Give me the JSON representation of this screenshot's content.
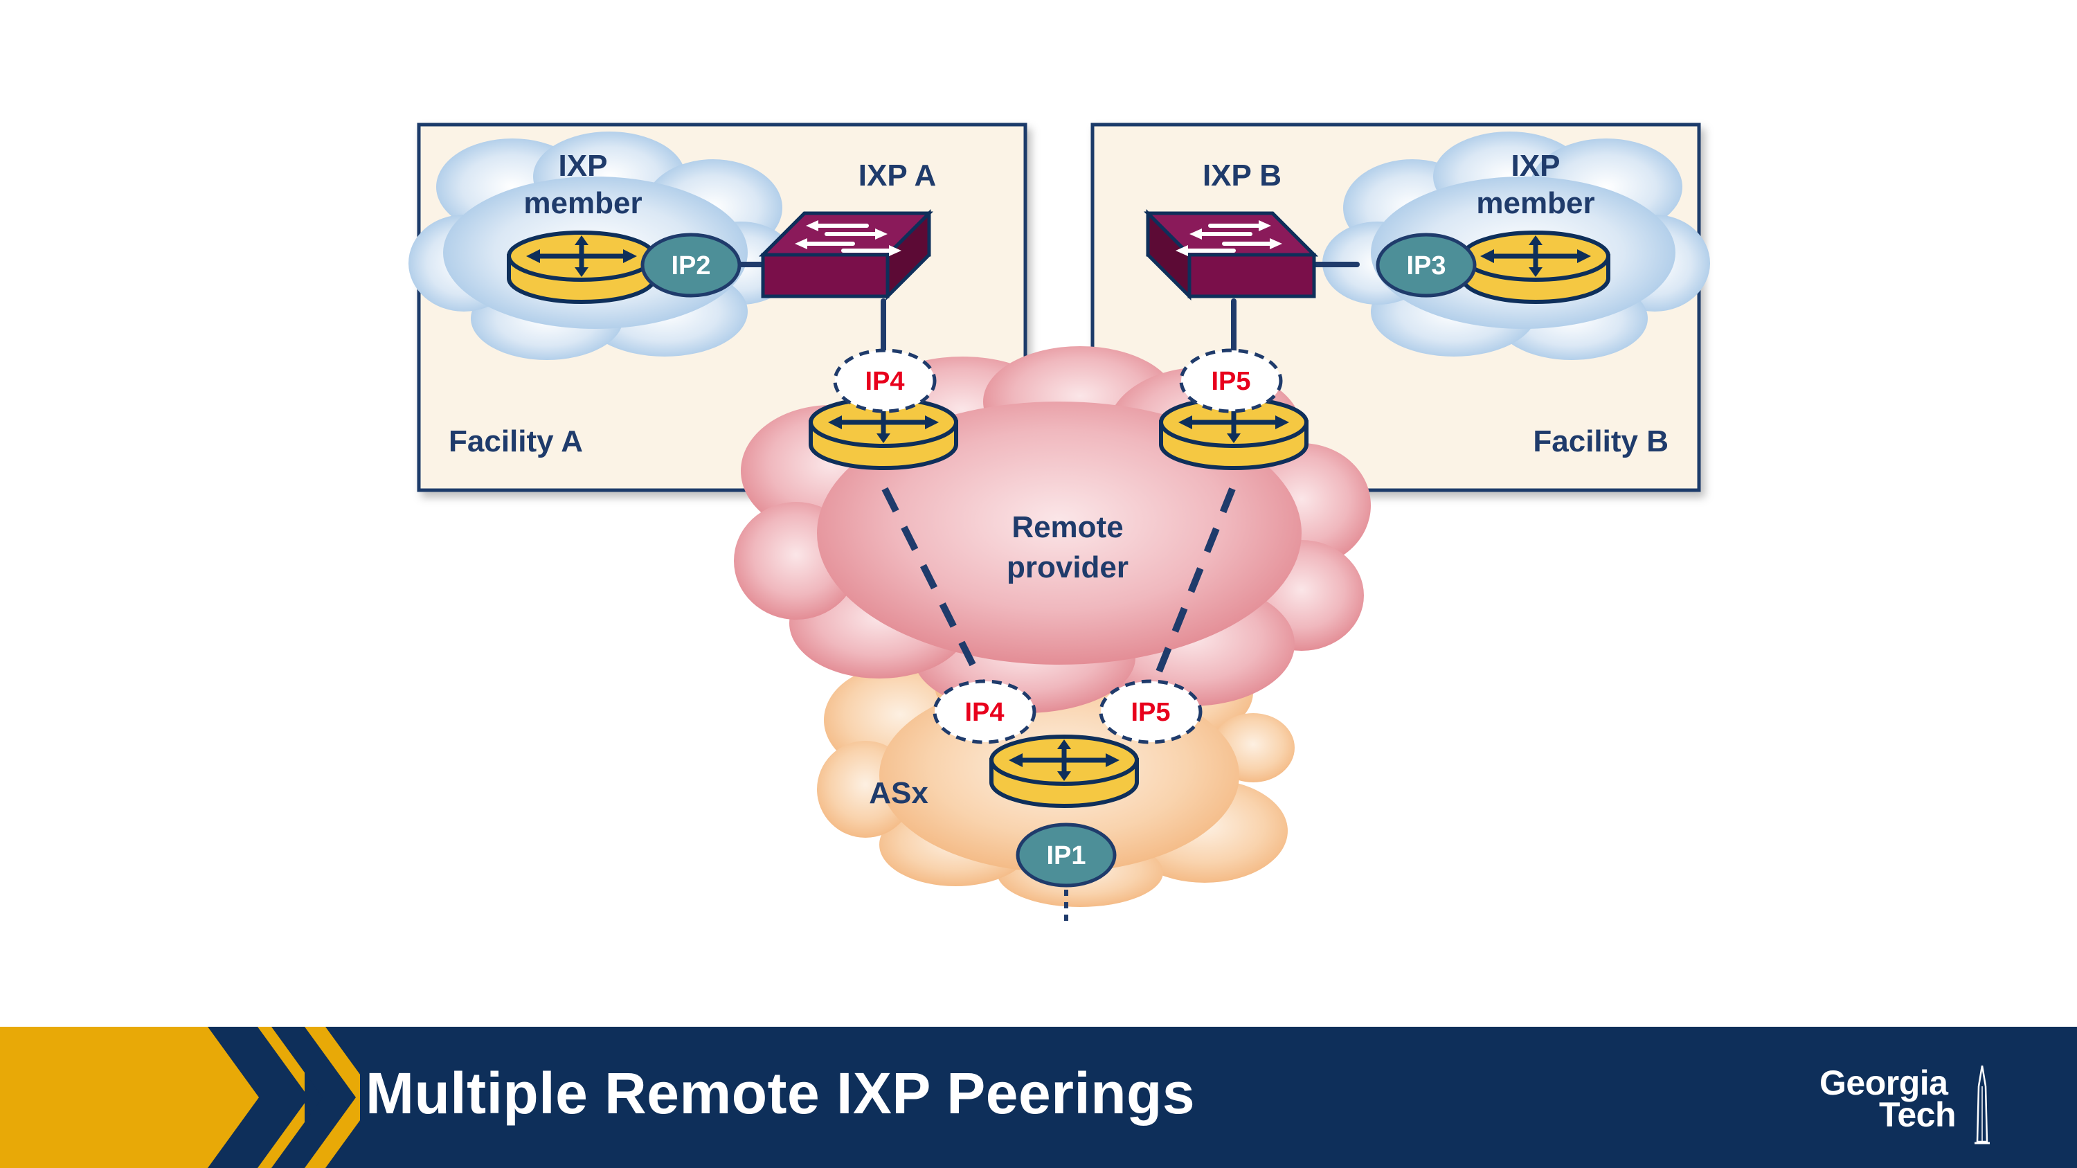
{
  "facility_a": {
    "label": "Facility A",
    "ixp": "IXP A",
    "member_line1": "IXP",
    "member_line2": "member",
    "member_ip": "IP2",
    "provider_ip": "IP4"
  },
  "facility_b": {
    "label": "Facility B",
    "ixp": "IXP B",
    "member_line1": "IXP",
    "member_line2": "member",
    "member_ip": "IP3",
    "provider_ip": "IP5"
  },
  "remote_provider": {
    "line1": "Remote",
    "line2": "provider"
  },
  "asx": {
    "label": "ASx",
    "ip_left": "IP4",
    "ip_right": "IP5",
    "ip_bottom": "IP1"
  },
  "footer": {
    "title": "Multiple Remote IXP Peerings",
    "logo_line1": "Georgia",
    "logo_line2": "Tech"
  },
  "colors": {
    "navy": "#0e2f5a",
    "gold": "#e8a907",
    "router_yellow": "#f5c842",
    "switch_purple": "#7a0f4a",
    "ip_teal": "#4d8f98",
    "ip_red": "#e8001c",
    "facility_bg": "#fbf3e6"
  }
}
